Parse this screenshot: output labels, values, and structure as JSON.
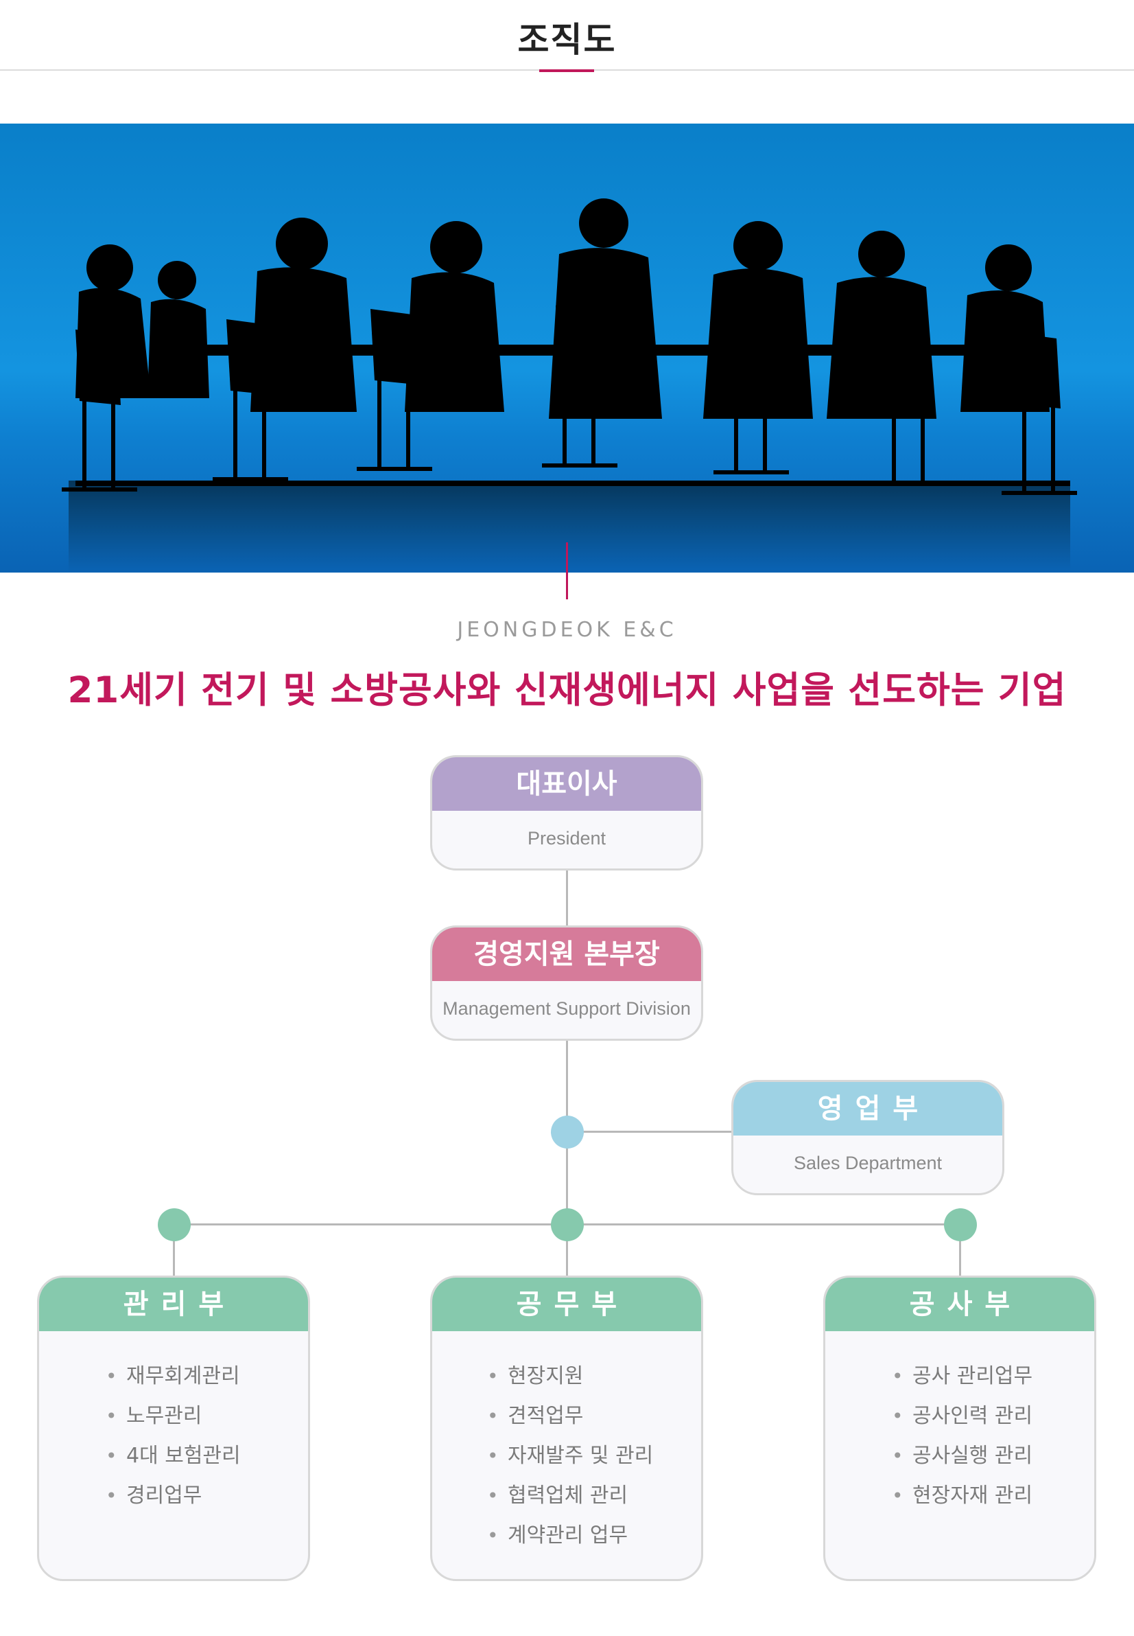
{
  "page": {
    "title": "조직도"
  },
  "intro": {
    "company": "JEONGDEOK E&C",
    "slogan": "21세기 전기 및 소방공사와 신재생에너지 사업을 선도하는 기업"
  },
  "colors": {
    "accent": "#c1175a",
    "president_header": "#b3a2cc",
    "management_header": "#d67b9a",
    "sales_header": "#9ed2e4",
    "department_header": "#86c9ad",
    "sales_node": "#9ed2e4",
    "department_node": "#86c9ad"
  },
  "org": {
    "president": {
      "title": "대표이사",
      "subtitle": "President"
    },
    "management": {
      "title": "경영지원 본부장",
      "subtitle": "Management Support Division"
    },
    "sales": {
      "title": "영업부",
      "subtitle": "Sales Department"
    },
    "departments": [
      {
        "title": "관리부",
        "items": [
          "재무회계관리",
          "노무관리",
          "4대 보험관리",
          "경리업무"
        ]
      },
      {
        "title": "공무부",
        "items": [
          "현장지원",
          "견적업무",
          "자재발주 및 관리",
          "협력업체 관리",
          "계약관리 업무"
        ]
      },
      {
        "title": "공사부",
        "items": [
          "공사 관리업무",
          "공사인력 관리",
          "공사실행 관리",
          "현장자재 관리"
        ]
      }
    ]
  }
}
